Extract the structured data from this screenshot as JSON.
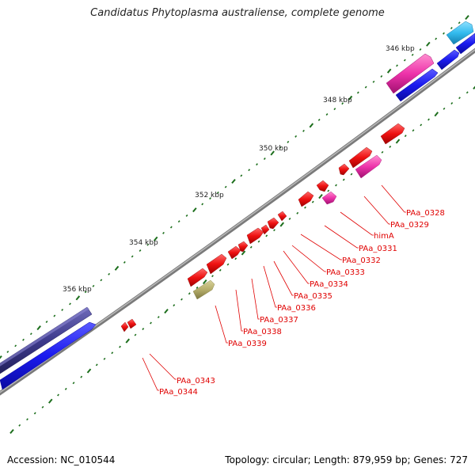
{
  "title": "Candidatus Phytoplasma australiense, complete genome",
  "footer": {
    "accession": "Accession: NC_010544",
    "summary": "Topology: circular; Length: 879,959 bp; Genes: 727"
  },
  "ruler_labels": [
    "346 kbp",
    "348 kbp",
    "350 kbp",
    "352 kbp",
    "354 kbp",
    "356 kbp"
  ],
  "gene_labels": [
    "PAa_0328",
    "PAa_0329",
    "himA",
    "PAa_0331",
    "PAa_0332",
    "PAa_0333",
    "PAa_0334",
    "PAa_0335",
    "PAa_0336",
    "PAa_0337",
    "PAa_0338",
    "PAa_0339",
    "PAa_0343",
    "PAa_0344"
  ],
  "colors": {
    "backbone": "#8a8a8a",
    "gene_label": "#e00000",
    "red_gene": "#ee1111",
    "magenta_gene": "#ee33aa",
    "blue_gene": "#1a1aee",
    "navy_gene": "#3d3a8c",
    "cyan_gene": "#33bbee",
    "olive_gene": "#b5ad6a",
    "tick": "#1c6e1c"
  }
}
